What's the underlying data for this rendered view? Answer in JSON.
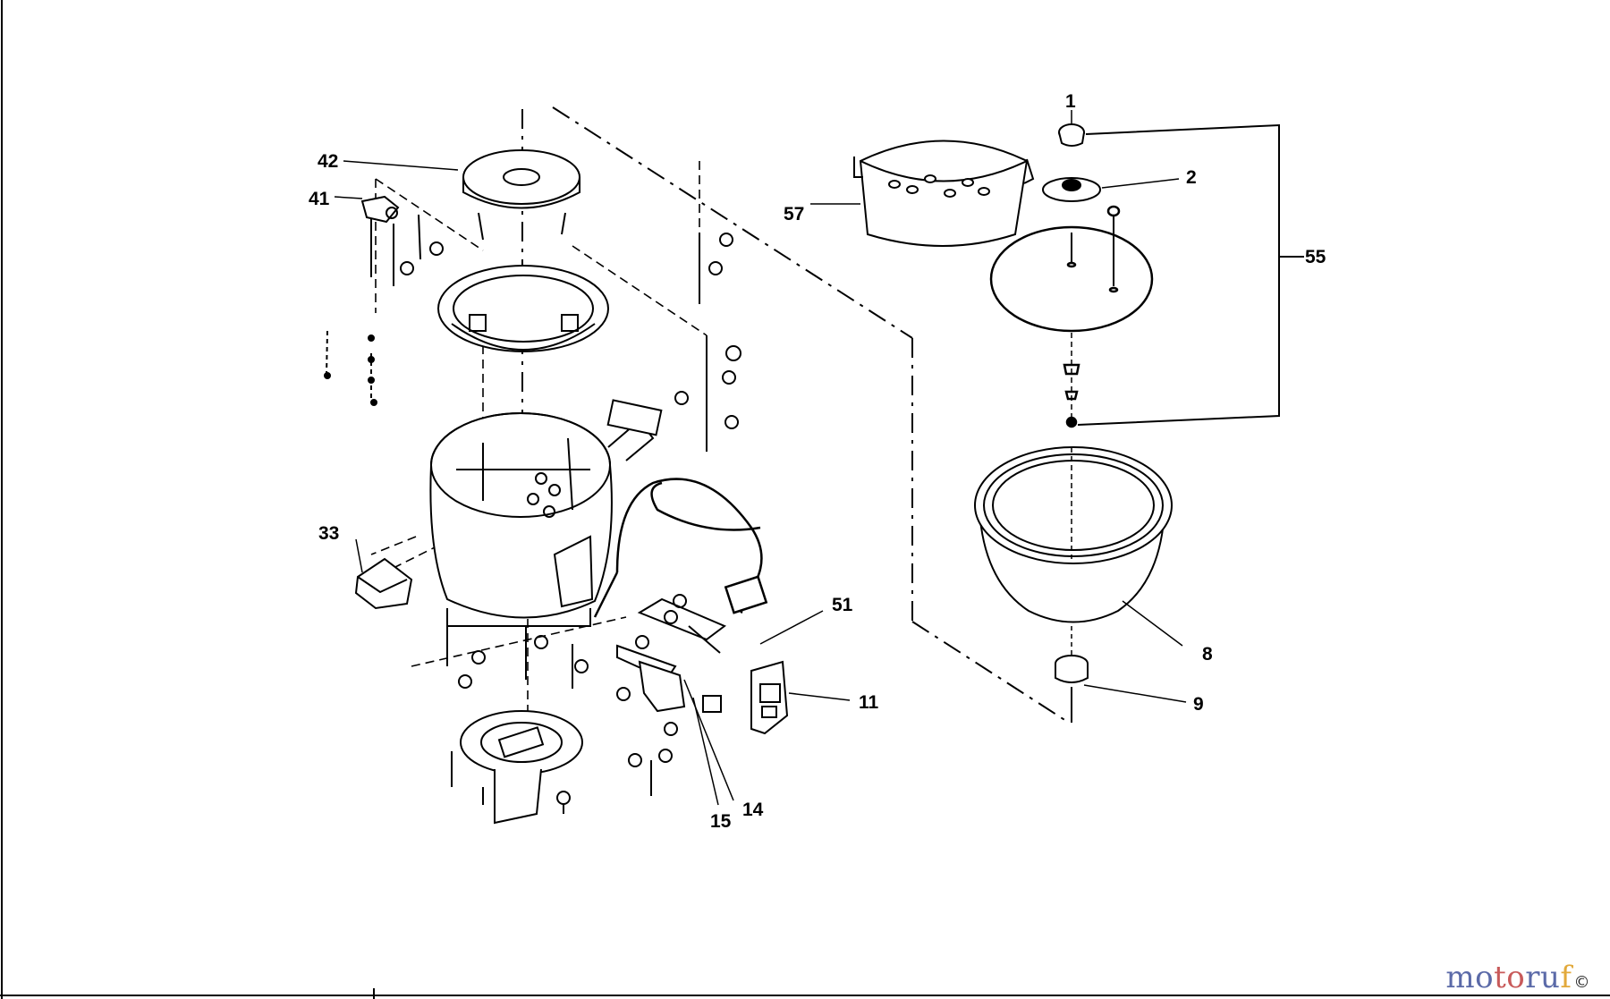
{
  "callouts": {
    "c1": "1",
    "c2": "2",
    "c8": "8",
    "c9": "9",
    "c11": "11",
    "c14": "14",
    "c15": "15",
    "c33": "33",
    "c41": "41",
    "c42": "42",
    "c51": "51",
    "c55": "55",
    "c57": "57"
  },
  "watermark": {
    "part1": "mo",
    "part2": "to",
    "part3": "ru",
    "part4": "f",
    "part5": "",
    "copyright": "©"
  }
}
